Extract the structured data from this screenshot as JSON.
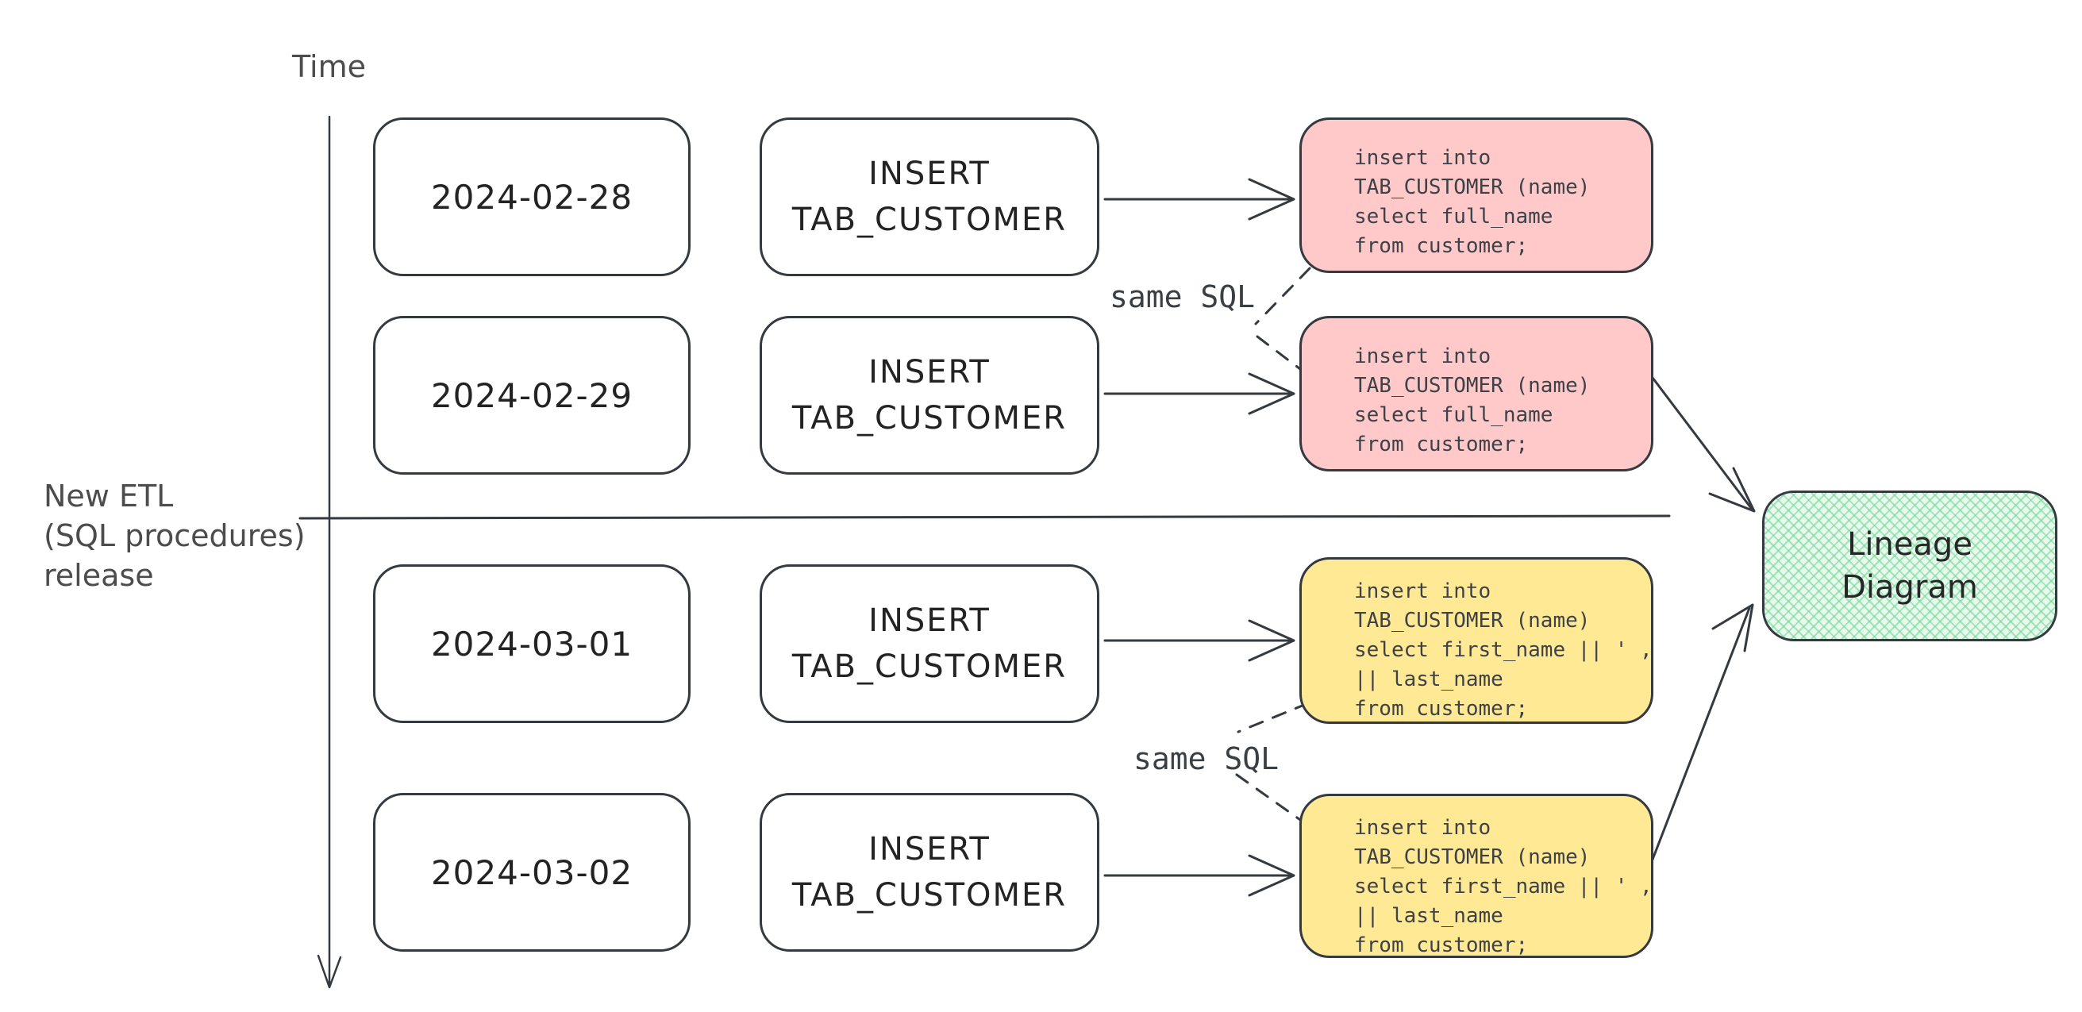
{
  "labels": {
    "time": "Time",
    "release_lines": [
      "New ETL",
      "(SQL procedures)",
      "release"
    ],
    "same_sql_top": "same SQL",
    "same_sql_bottom": "same SQL"
  },
  "rows": [
    {
      "date": "2024-02-28",
      "operation_lines": [
        "INSERT",
        "TAB_CUSTOMER"
      ],
      "sql_lines": [
        "insert into",
        "TAB_CUSTOMER (name)",
        "select full_name",
        "from customer;"
      ],
      "variant": "pink"
    },
    {
      "date": "2024-02-29",
      "operation_lines": [
        "INSERT",
        "TAB_CUSTOMER"
      ],
      "sql_lines": [
        "insert into",
        "TAB_CUSTOMER (name)",
        "select full_name",
        "from customer;"
      ],
      "variant": "pink"
    },
    {
      "date": "2024-03-01",
      "operation_lines": [
        "INSERT",
        "TAB_CUSTOMER"
      ],
      "sql_lines": [
        "insert into",
        "TAB_CUSTOMER (name)",
        "select first_name || ' ,'",
        "|| last_name",
        "from customer;"
      ],
      "variant": "yellow"
    },
    {
      "date": "2024-03-02",
      "operation_lines": [
        "INSERT",
        "TAB_CUSTOMER"
      ],
      "sql_lines": [
        "insert into",
        "TAB_CUSTOMER (name)",
        "select first_name || ' ,'",
        "|| last_name",
        "from customer;"
      ],
      "variant": "yellow"
    }
  ],
  "lineage_box": {
    "label_lines": [
      "Lineage",
      "Diagram"
    ]
  },
  "colors": {
    "pink": "#ffc9c9",
    "yellow": "#ffe994",
    "green": "#e7faee",
    "green_hatch": "#7ed79b",
    "stroke": "#343a40",
    "code_text": "#3d4248"
  }
}
